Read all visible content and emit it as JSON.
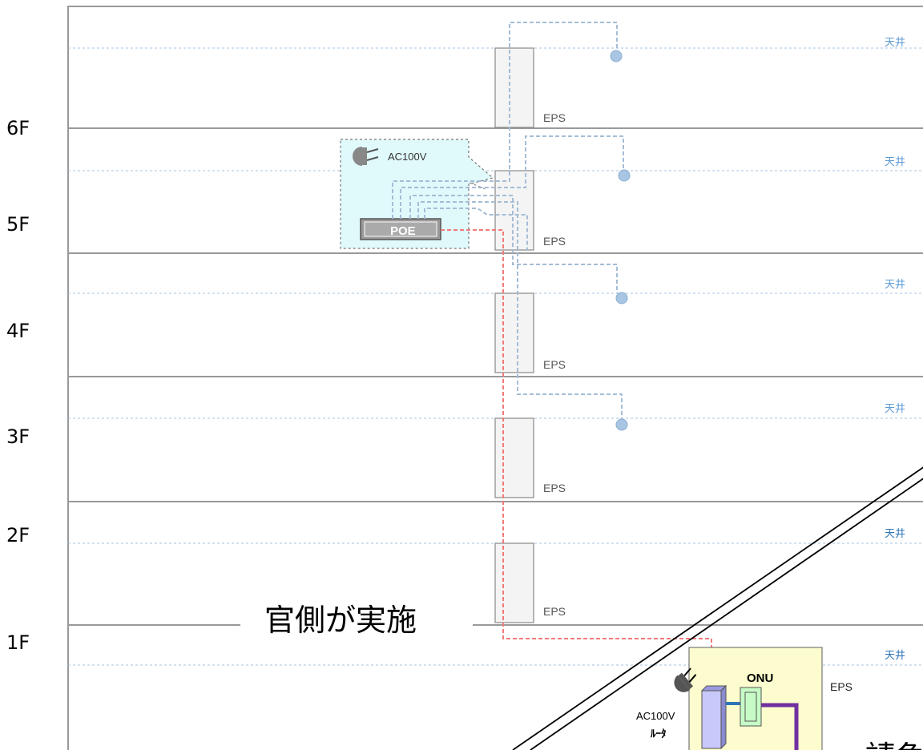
{
  "floors": [
    {
      "label": "6F",
      "ceiling": "天井"
    },
    {
      "label": "5F",
      "ceiling": "天井"
    },
    {
      "label": "4F",
      "ceiling": "天井"
    },
    {
      "label": "3F",
      "ceiling": "天井"
    },
    {
      "label": "2F",
      "ceiling": "天井"
    },
    {
      "label": "1F",
      "ceiling": "天井"
    }
  ],
  "eps_label": "EPS",
  "poe_label": "POE",
  "power_label": "AC100V",
  "onu_label": "ONU",
  "router_label": "ﾙｰﾀ",
  "gov_label": "官側が実施",
  "contractor_label_partial": "請負",
  "colors": {
    "lan": "#a5bdd6",
    "red_line": "#f27a7a",
    "access_point": "#a8c6e4",
    "poe_box_bg": "#e0fafc",
    "onu_box_bg": "#fcfcce",
    "router": "#c8c8fa",
    "onu": "#c6fac6",
    "purple": "#7030a0"
  }
}
